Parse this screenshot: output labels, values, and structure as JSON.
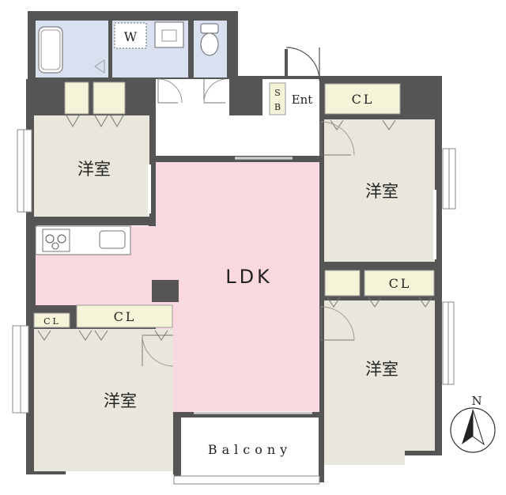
{
  "floor_plan": {
    "rooms": {
      "bedroom_top_left": "洋室",
      "bedroom_right_top": "洋室",
      "bedroom_right_bottom": "洋室",
      "bedroom_bottom_left": "洋室",
      "ldk": "LDK",
      "balcony": "Balcony"
    },
    "storage": {
      "closet_right_top": "CL",
      "closet_right_bottom": "CL",
      "closet_bottom_left": "CL",
      "closet_bottom_left_small": "CL"
    },
    "utility": {
      "washer": "W",
      "shoe_box_s": "S",
      "shoe_box_b": "B",
      "entrance": "Ent"
    },
    "compass": {
      "north_label": "N"
    },
    "colors": {
      "wall": "#555555",
      "ldk_floor": "#f9d9df",
      "bedroom_floor": "#e9e7dc",
      "wet_area_floor": "#d9e1f1",
      "closet_fill": "#f5f4d8",
      "hall_floor": "#ffffff"
    }
  }
}
